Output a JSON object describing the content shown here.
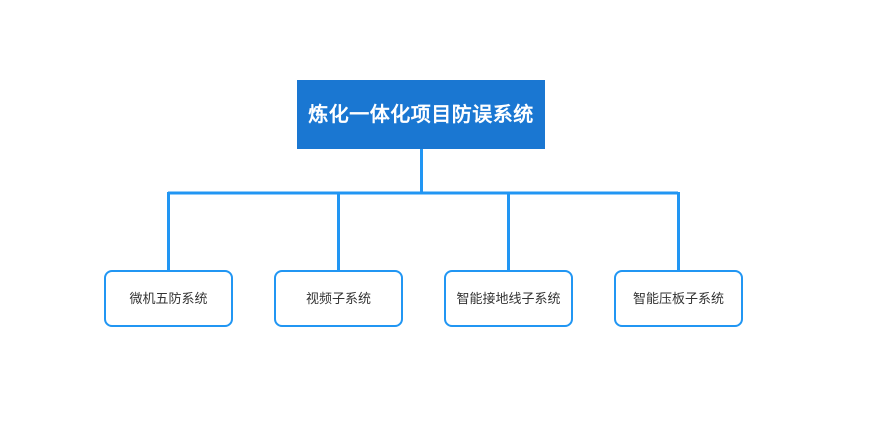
{
  "diagram": {
    "type": "organization-tree",
    "background_color": "#ffffff",
    "root": {
      "label": "炼化一体化项目防误系统",
      "fill_color": "#1a77d2",
      "text_color": "#ffffff"
    },
    "children": [
      {
        "label": "微机五防系统"
      },
      {
        "label": "视频子系统"
      },
      {
        "label": "智能接地线子系统"
      },
      {
        "label": "智能压板子系统"
      }
    ],
    "connector_color": "#2196f3",
    "child_border_color": "#2196f3",
    "child_text_color": "#333333"
  }
}
